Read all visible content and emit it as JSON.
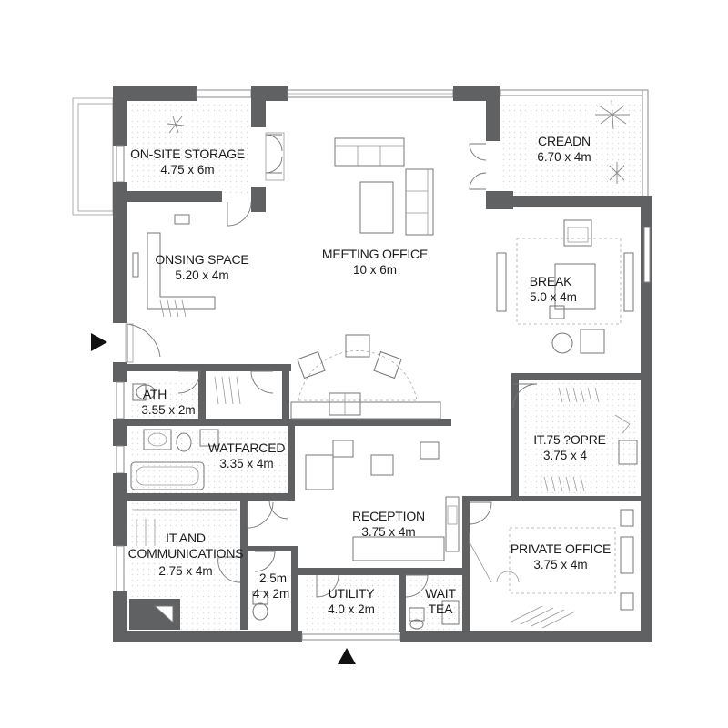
{
  "rooms": [
    {
      "id": "storage",
      "name": "ON-SITE STORAGE",
      "size": "4.75 x 6m"
    },
    {
      "id": "garden",
      "name": "CREADN",
      "size": "6.70 x 4m"
    },
    {
      "id": "onsing",
      "name": "ONSING SPACE",
      "size": "5.20 x 4m"
    },
    {
      "id": "meeting",
      "name": "MEETING OFFICE",
      "size": "10 x 6m"
    },
    {
      "id": "break",
      "name": "BREAK",
      "size": "5.0 x 4m"
    },
    {
      "id": "bath",
      "name": "ATH",
      "size": "3.55 x 2m"
    },
    {
      "id": "watfarced",
      "name": "WATFARCED",
      "size": "3.35 x 4m"
    },
    {
      "id": "store",
      "name": "IT.75 ?OPRE",
      "size": "3.75 x 4"
    },
    {
      "id": "itcomms",
      "name": "IT AND",
      "name2": "COMMUNICATIONS",
      "size": "2.75 x 4m"
    },
    {
      "id": "reception",
      "name": "RECEPTION",
      "size": "3.75 x 4m"
    },
    {
      "id": "wc",
      "name": "2.5m",
      "size": "4 x 2m"
    },
    {
      "id": "utility",
      "name": "UTILITY",
      "size": "4.0 x 2m"
    },
    {
      "id": "wait",
      "name": "WAIT",
      "name2": "TEA"
    },
    {
      "id": "private",
      "name": "PRIVATE OFFICE",
      "size": "3.75 x 4m"
    }
  ],
  "icons": [
    "entrance-arrow-icon",
    "plant-icon",
    "sofa-icon",
    "bathtub-icon",
    "toilet-icon",
    "sink-icon"
  ]
}
